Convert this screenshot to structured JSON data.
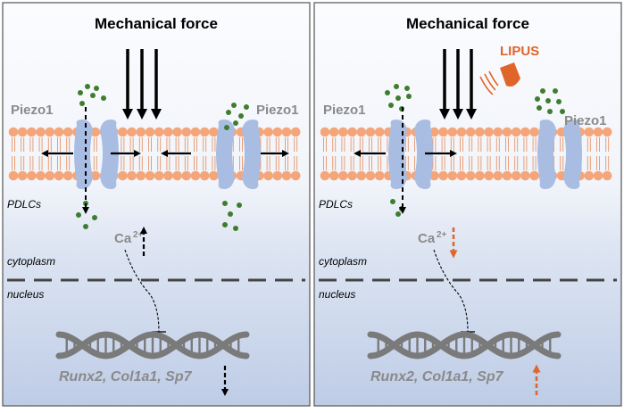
{
  "panels": [
    {
      "title": "Mechanical force",
      "channel_left_label": "Piezo1",
      "channel_right_label": "Piezo1",
      "cell_label": "PDLCs",
      "ion_label": "Ca",
      "ion_charge": "2+",
      "ion_trend": "up",
      "compartment_upper": "cytoplasm",
      "compartment_lower": "nucleus",
      "genes_label": "Runx2, Col1a1, Sp7",
      "gene_trend": "down"
    },
    {
      "title": "Mechanical force",
      "stimulus_label": "LIPUS",
      "channel_left_label": "Piezo1",
      "channel_right_label": "Piezo1",
      "cell_label": "PDLCs",
      "ion_label": "Ca",
      "ion_charge": "2+",
      "ion_trend": "down",
      "compartment_upper": "cytoplasm",
      "compartment_lower": "nucleus",
      "genes_label": "Runx2, Col1a1, Sp7",
      "gene_trend": "up"
    }
  ],
  "colors": {
    "lipid_head": "#F4A67A",
    "lipid_tail": "#E8956A",
    "channel": "#A9BDE3",
    "calcium_ion": "#3E7D2E",
    "label_gray": "#8A8A8A",
    "lipus_orange": "#E0652A",
    "dna": "#7A7A7A",
    "nucleus_bg": "#C6D3EA"
  },
  "icons": {
    "force": "down-arrows-icon",
    "lipus": "ultrasound-transducer-icon",
    "dna": "dna-helix-icon"
  }
}
